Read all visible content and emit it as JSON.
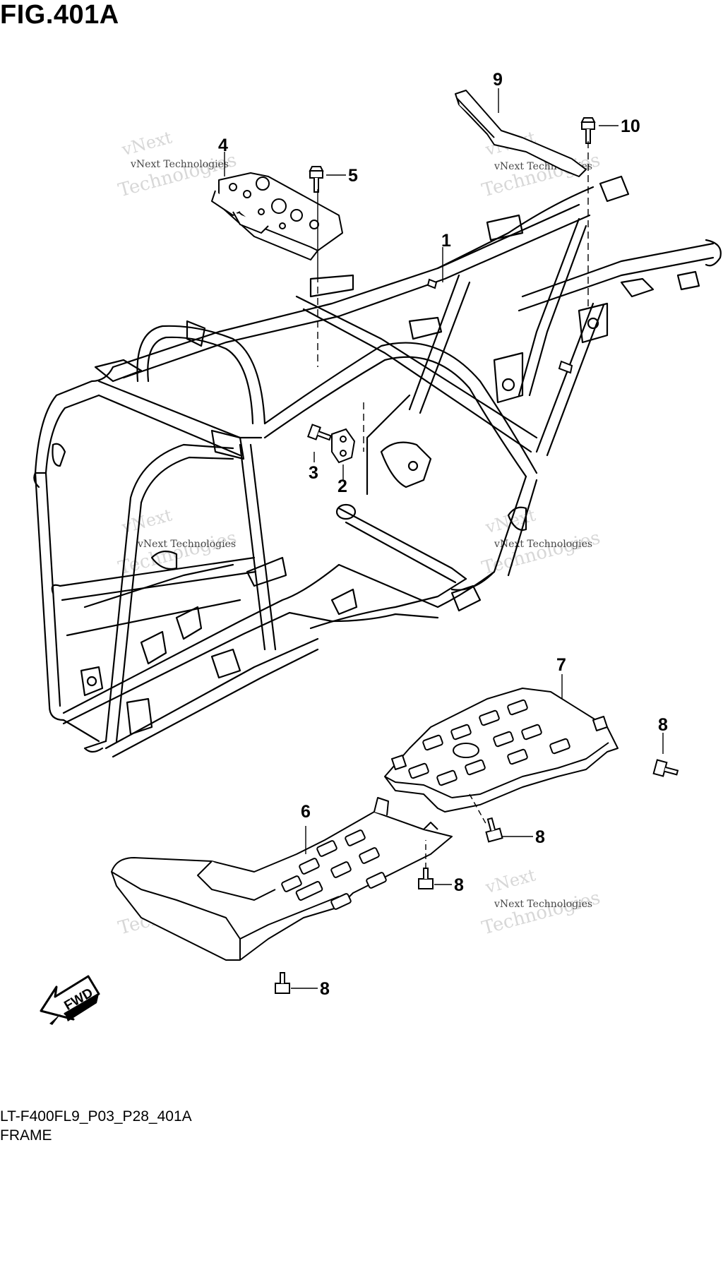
{
  "figure": {
    "title": "FIG.401A",
    "code": "LT-F400FL9_P03_P28_401A",
    "name": "FRAME"
  },
  "fwd_label": "FWD",
  "watermark": {
    "line1": "vNext Technologies",
    "line2": "vNext",
    "line3": "Technologies"
  },
  "callouts": {
    "c1": "1",
    "c2": "2",
    "c3": "3",
    "c4": "4",
    "c5": "5",
    "c6": "6",
    "c7": "7",
    "c8a": "8",
    "c8b": "8",
    "c8c": "8",
    "c8d": "8",
    "c9": "9",
    "c10": "10"
  }
}
